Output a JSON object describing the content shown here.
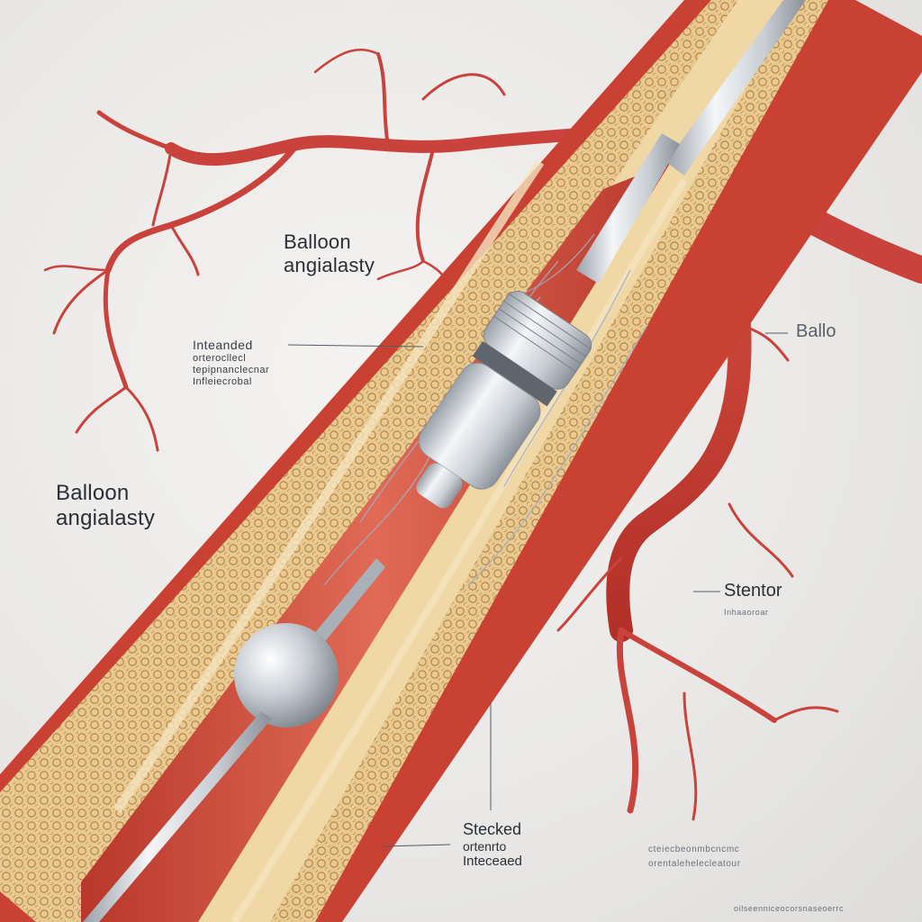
{
  "labels": {
    "balloon_upper": [
      "Balloon",
      "angialasty"
    ],
    "balloon_left": [
      "Balloon",
      "angialasty"
    ],
    "right_balloon": "Ballo",
    "annot_left": [
      "Inteanded",
      "orterocllecl",
      "tepipnanclecnar",
      "Infleiecrobal"
    ],
    "stentor": "Stentor",
    "stentor_sub": "Inhaaoroar",
    "stacked": [
      "Stecked",
      "ortenrto",
      "Inteceaed"
    ],
    "bottom_right": [
      "cteiecbeonmbcncmc",
      "orentalehelecleatour"
    ],
    "footer": "oilseenniceocorsnaseoerrc"
  },
  "colors": {
    "artery": "#c9423b",
    "artery_dark": "#9e2a25",
    "wall_tan": "#e6c58f",
    "lumen": "#cf4f3e",
    "device": "#c7ccd2"
  }
}
